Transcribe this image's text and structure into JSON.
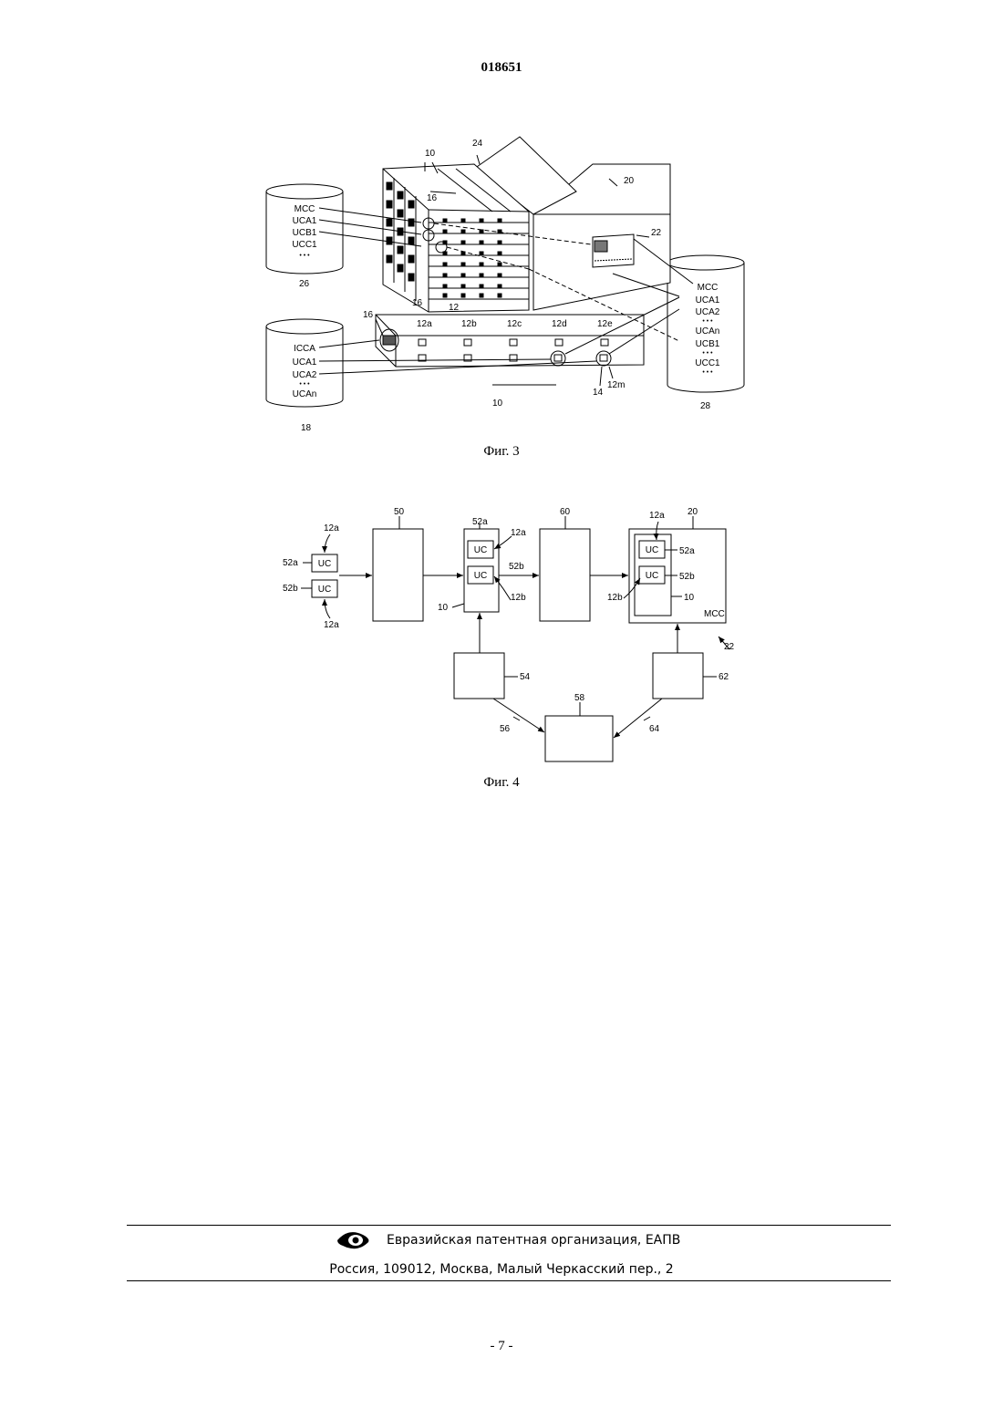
{
  "header": {
    "doc_number": "018651"
  },
  "fig3": {
    "caption": "Фиг. 3",
    "labels": {
      "n10_top": "10",
      "n24": "24",
      "n20": "20",
      "n16_a": "16",
      "n16_b": "16",
      "n22": "22",
      "n12": "12",
      "n26": "26",
      "n28": "28",
      "n18": "18",
      "n16_c": "16",
      "n10_bottom": "10",
      "n14": "14",
      "n12m": "12m",
      "n12a": "12a",
      "n12b": "12b",
      "n12c": "12c",
      "n12d": "12d",
      "n12e": "12e"
    },
    "db26": {
      "lines": [
        "MCC",
        "UCA1",
        "UCB1",
        "UCC1"
      ],
      "dots": "• • •"
    },
    "db28": {
      "lines": [
        "MCC",
        "UCA1",
        "UCA2",
        "UCAn",
        "UCB1",
        "UCC1"
      ],
      "dots": "• • •"
    },
    "db18": {
      "lines": [
        "ICCA",
        "UCA1",
        "UCA2",
        "UCAn"
      ],
      "dots": "• • •"
    }
  },
  "fig4": {
    "caption": "Фиг. 4",
    "labels": {
      "n50": "50",
      "n60": "60",
      "n20": "20",
      "n52a_top": "52a",
      "n12a_top": "12a",
      "n52b_mid": "52b",
      "n12b_mid": "12b",
      "n10_mid": "10",
      "n12a_left_top": "12a",
      "n52a_left": "52a",
      "n52b_left": "52b",
      "n12a_left_bottom": "12a",
      "n12a_right": "12a",
      "n52a_right": "52a",
      "n52b_right": "52b",
      "n12b_right": "12b",
      "n10_right": "10",
      "mcc": "MCC",
      "n22": "22",
      "n54": "54",
      "n62": "62",
      "n58": "58",
      "n56": "56",
      "n64": "64"
    },
    "uc": "UC"
  },
  "footer": {
    "org": "Евразийская патентная организация, ЕАПВ",
    "address": "Россия, 109012, Москва, Малый Черкасский пер., 2"
  },
  "page_number": "- 7 -"
}
